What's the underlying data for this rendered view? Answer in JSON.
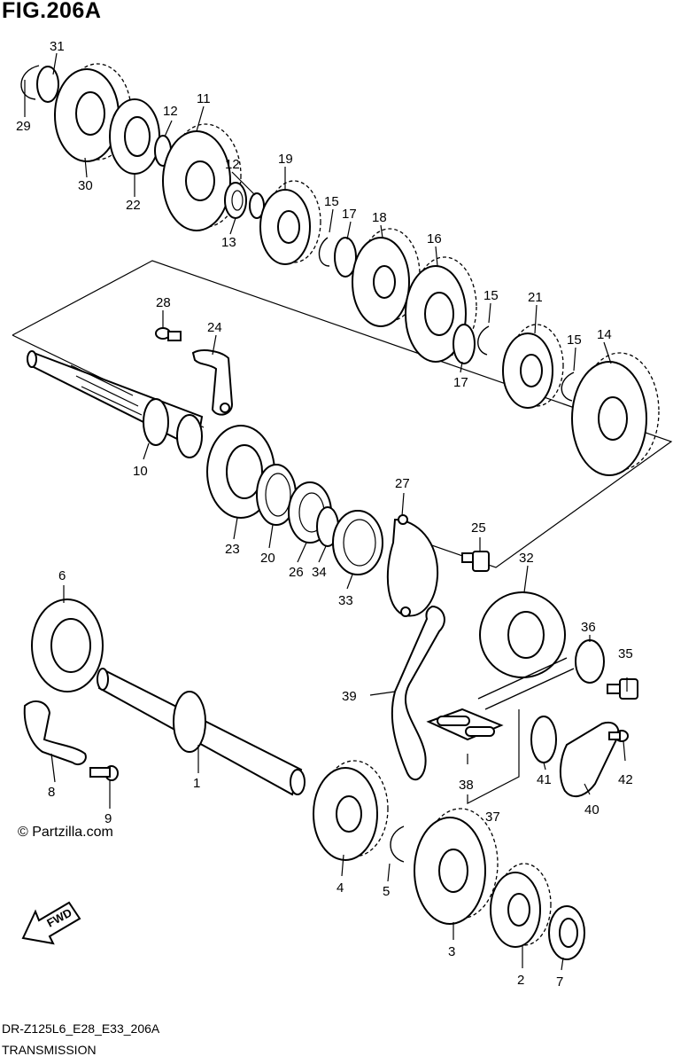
{
  "header": {
    "title": "FIG.206A"
  },
  "footer": {
    "model_code": "DR-Z125L6_E28_E33_206A",
    "section_name": "TRANSMISSION"
  },
  "watermark": {
    "copyright": "© Partzilla.com"
  },
  "fwd_marker": {
    "text": "FWD",
    "icon": "fwd-arrow-icon"
  },
  "callouts": {
    "c1": "1",
    "c2": "2",
    "c3": "3",
    "c4": "4",
    "c5": "5",
    "c6": "6",
    "c7": "7",
    "c8": "8",
    "c9": "9",
    "c10": "10",
    "c11": "11",
    "c12a": "12",
    "c12b": "12",
    "c13": "13",
    "c14": "14",
    "c15a": "15",
    "c15b": "15",
    "c15c": "15",
    "c16": "16",
    "c17a": "17",
    "c17b": "17",
    "c18": "18",
    "c19": "19",
    "c20": "20",
    "c21": "21",
    "c22": "22",
    "c23": "23",
    "c24": "24",
    "c25": "25",
    "c26": "26",
    "c27": "27",
    "c28": "28",
    "c29": "29",
    "c30": "30",
    "c31": "31",
    "c32": "32",
    "c33": "33",
    "c34": "34",
    "c35": "35",
    "c36": "36",
    "c37": "37",
    "c38": "38",
    "c39": "39",
    "c40": "40",
    "c41": "41",
    "c42": "42"
  }
}
